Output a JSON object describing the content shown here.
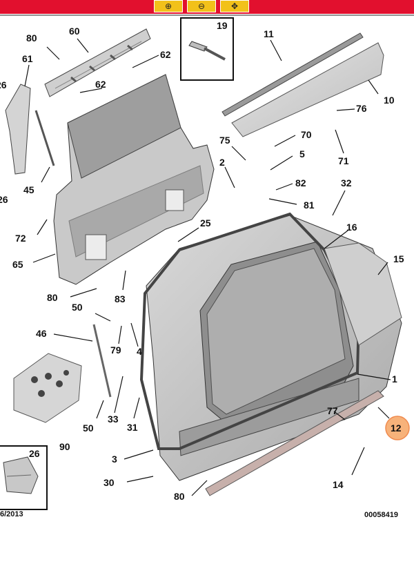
{
  "toolbar": {
    "background": "#e2102e",
    "buttons": [
      {
        "icon": "zoom-in-icon",
        "glyph": "⊕"
      },
      {
        "icon": "zoom-out-icon",
        "glyph": "⊖"
      },
      {
        "icon": "zoom-pan-icon",
        "glyph": "✥"
      }
    ]
  },
  "callouts": {
    "c80a": "80",
    "c60": "60",
    "c61": "61",
    "c26a": "26",
    "c62a": "62",
    "c62b": "62",
    "c45": "45",
    "c26b": "26",
    "c19": "19",
    "c11": "11",
    "c10": "10",
    "c76": "76",
    "c71": "71",
    "c70": "70",
    "c75": "75",
    "c5": "5",
    "c2": "2",
    "c82": "82",
    "c81": "81",
    "c32": "32",
    "c72": "72",
    "c65": "65",
    "c25": "25",
    "c16": "16",
    "c15": "15",
    "c80b": "80",
    "c83": "83",
    "c50a": "50",
    "c46": "46",
    "c79": "79",
    "c4": "4",
    "c1": "1",
    "c90": "90",
    "c50b": "50",
    "c33": "33",
    "c31": "31",
    "c77": "77",
    "c12": "12",
    "c3": "3",
    "c26c": "26",
    "c30": "30",
    "c14": "14",
    "c80c": "80"
  },
  "highlight": {
    "label": "12",
    "color": "#f7b27a"
  },
  "footer": {
    "date": "6/2013",
    "ref": "00058419"
  }
}
